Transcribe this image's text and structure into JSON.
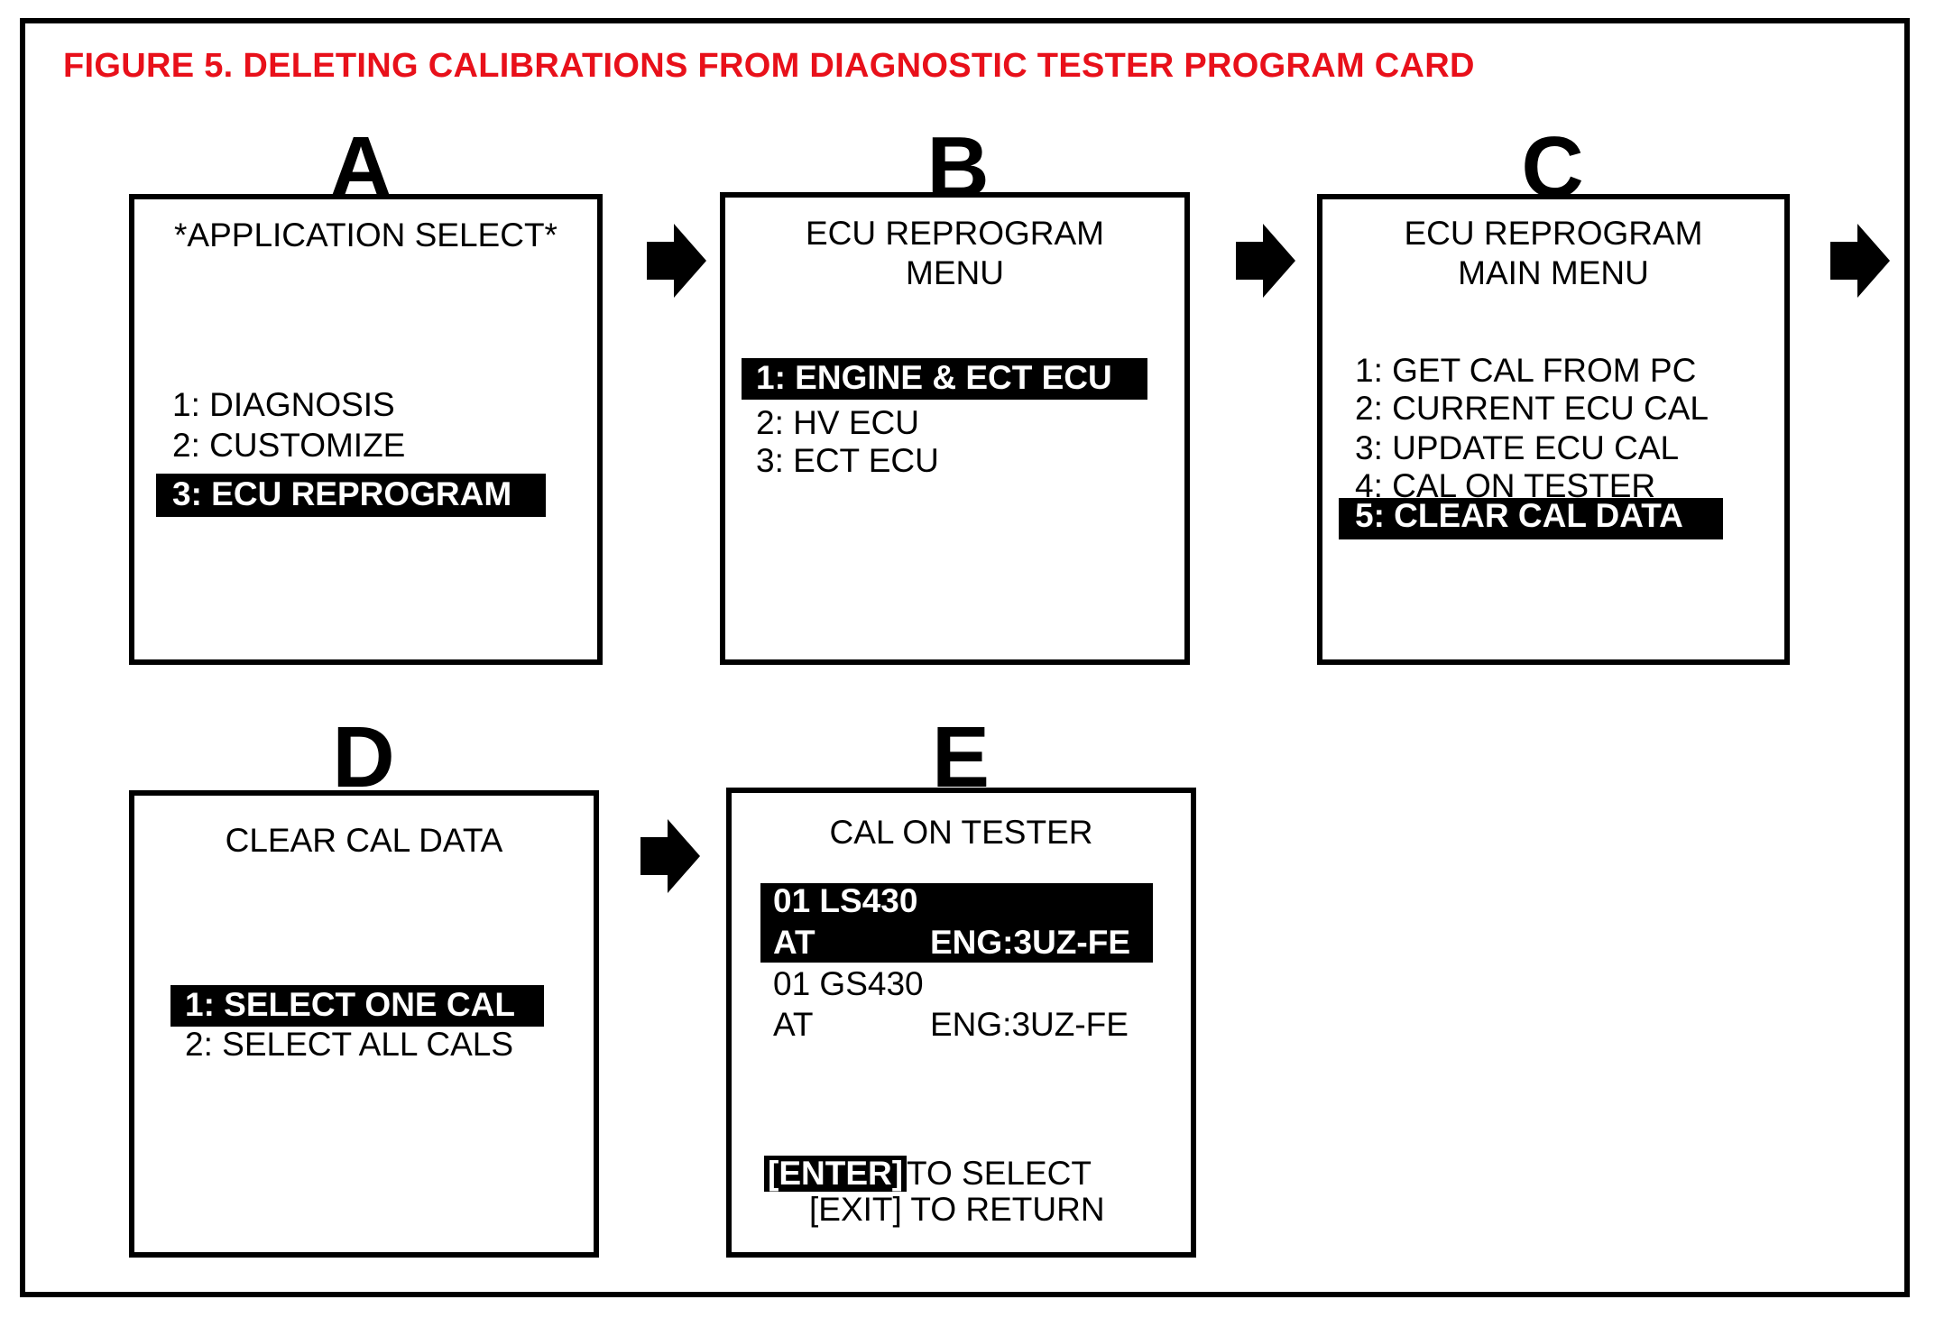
{
  "figure_title": "FIGURE 5.  DELETING CALIBRATIONS FROM DIAGNOSTIC TESTER PROGRAM CARD",
  "colors": {
    "title": "#e8101a",
    "ink": "#000000",
    "highlight_text": "#ffffff"
  },
  "panels": {
    "a": {
      "letter": "A",
      "title": "*APPLICATION SELECT*",
      "items": [
        "1:  DIAGNOSIS",
        "2:  CUSTOMIZE"
      ],
      "selected": "3:  ECU REPROGRAM"
    },
    "b": {
      "letter": "B",
      "title_line1": "ECU REPROGRAM",
      "title_line2": "MENU",
      "selected": "1:  ENGINE & ECT ECU",
      "items": [
        "2:  HV ECU",
        "3:  ECT ECU"
      ]
    },
    "c": {
      "letter": "C",
      "title_line1": "ECU REPROGRAM",
      "title_line2": "MAIN MENU",
      "items": [
        "1:  GET CAL FROM PC",
        "2:  CURRENT ECU CAL",
        "3:  UPDATE ECU CAL",
        "4:  CAL ON TESTER"
      ],
      "selected": "5:  CLEAR CAL DATA"
    },
    "d": {
      "letter": "D",
      "title": "CLEAR CAL DATA",
      "selected": "1: SELECT ONE CAL",
      "items": [
        "2: SELECT ALL CALS"
      ]
    },
    "e": {
      "letter": "E",
      "title": "CAL ON TESTER",
      "selected_line1": "01 LS430",
      "selected_line2_left": "AT",
      "selected_line2_right": "ENG:3UZ-FE",
      "item_line1": "01 GS430",
      "item_line2_left": "AT",
      "item_line2_right": "ENG:3UZ-FE",
      "enter_key": "[ENTER]",
      "enter_text": " TO SELECT",
      "exit_line": "[EXIT] TO RETURN"
    }
  },
  "arrow_icon": "right-arrow-icon"
}
